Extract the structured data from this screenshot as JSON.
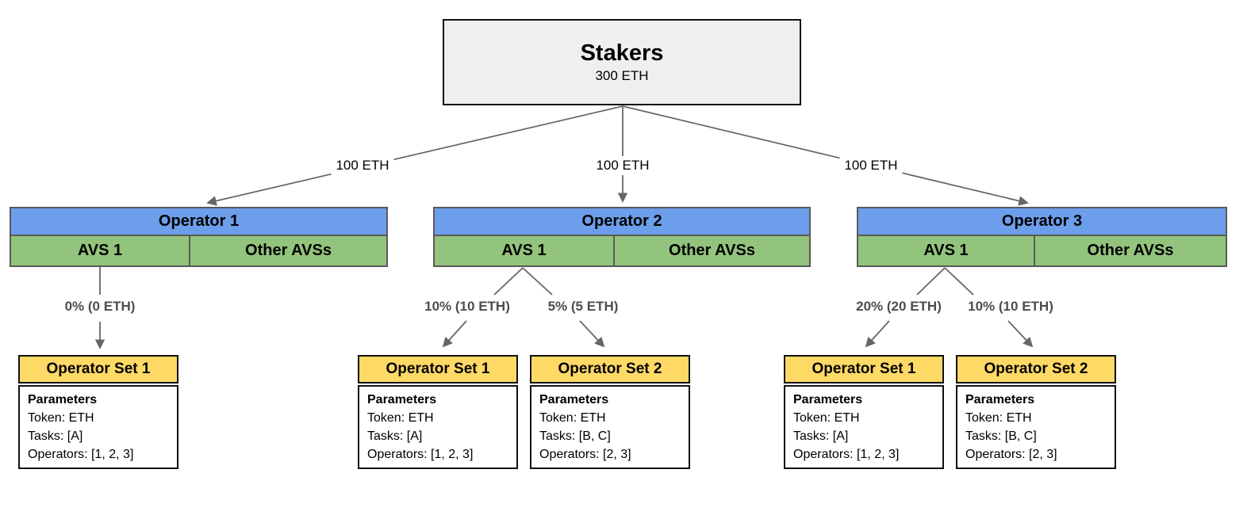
{
  "stakers": {
    "title": "Stakers",
    "amount": "300 ETH"
  },
  "allocations": [
    "100 ETH",
    "100 ETH",
    "100 ETH"
  ],
  "operators": [
    {
      "name": "Operator 1",
      "avs": "AVS 1",
      "other_avs": "Other AVSs",
      "splits": [
        {
          "label": "0% (0 ETH)",
          "set": {
            "title": "Operator Set 1",
            "params_title": "Parameters",
            "token": "Token: ETH",
            "tasks": "Tasks: [A]",
            "operators": "Operators: [1, 2, 3]"
          }
        }
      ]
    },
    {
      "name": "Operator 2",
      "avs": "AVS 1",
      "other_avs": "Other AVSs",
      "splits": [
        {
          "label": "10% (10 ETH)",
          "set": {
            "title": "Operator Set 1",
            "params_title": "Parameters",
            "token": "Token: ETH",
            "tasks": "Tasks: [A]",
            "operators": "Operators: [1, 2, 3]"
          }
        },
        {
          "label": "5% (5 ETH)",
          "set": {
            "title": "Operator Set 2",
            "params_title": "Parameters",
            "token": "Token: ETH",
            "tasks": "Tasks: [B, C]",
            "operators": "Operators: [2, 3]"
          }
        }
      ]
    },
    {
      "name": "Operator 3",
      "avs": "AVS 1",
      "other_avs": "Other AVSs",
      "splits": [
        {
          "label": "20% (20 ETH)",
          "set": {
            "title": "Operator Set 1",
            "params_title": "Parameters",
            "token": "Token: ETH",
            "tasks": "Tasks: [A]",
            "operators": "Operators: [1, 2, 3]"
          }
        },
        {
          "label": "10% (10 ETH)",
          "set": {
            "title": "Operator Set 2",
            "params_title": "Parameters",
            "token": "Token: ETH",
            "tasks": "Tasks: [B, C]",
            "operators": "Operators: [2, 3]"
          }
        }
      ]
    }
  ],
  "colors": {
    "operator_header": "#6d9eeb",
    "avs_row": "#93c47d",
    "set_header": "#ffd966",
    "stakers_bg": "#efefef",
    "edge": "#666666"
  }
}
